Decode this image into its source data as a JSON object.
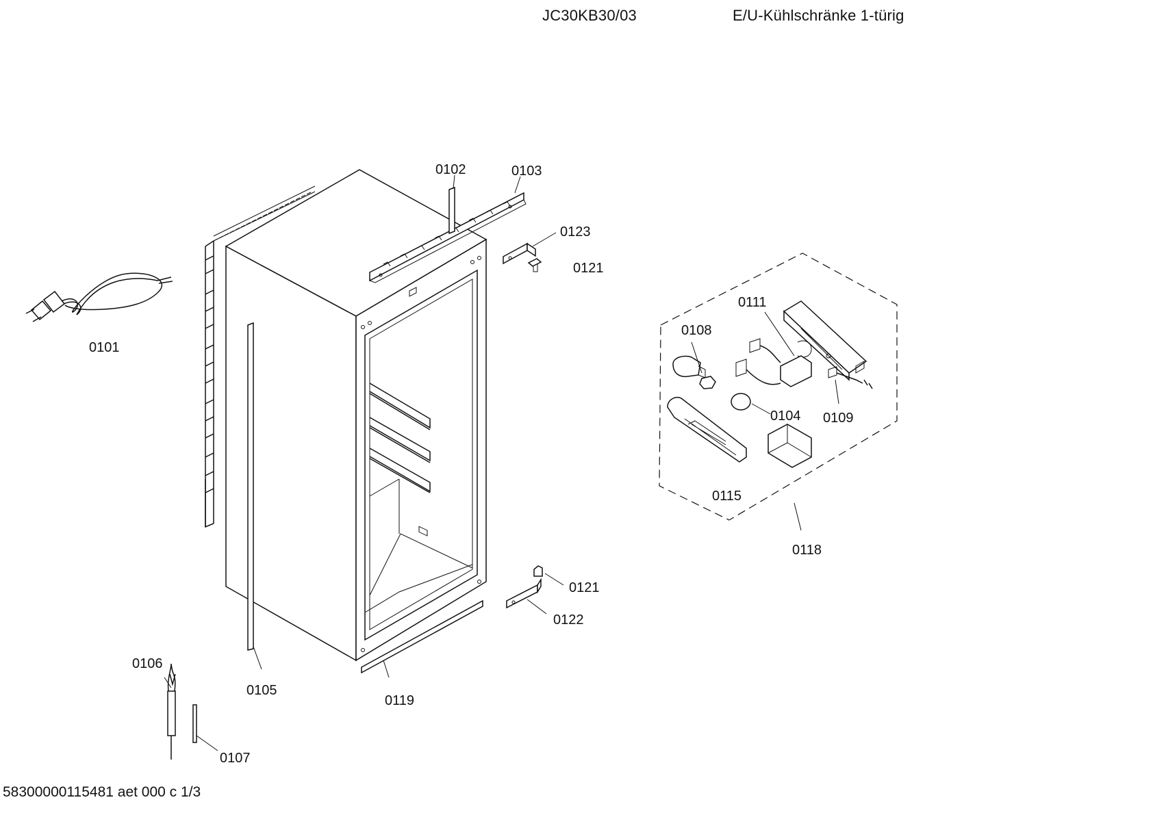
{
  "header": {
    "model_number": "JC30KB30/03",
    "category": "E/U-Kühlschränke 1-türig"
  },
  "footer": {
    "document_code": "58300000115481 aet 000 c 1/3"
  },
  "part_labels": {
    "p0101": "0101",
    "p0102": "0102",
    "p0103": "0103",
    "p0104": "0104",
    "p0105": "0105",
    "p0106": "0106",
    "p0107": "0107",
    "p0108": "0108",
    "p0109": "0109",
    "p0111": "0111",
    "p0115": "0115",
    "p0118": "0118",
    "p0119": "0119",
    "p0121_top": "0121",
    "p0121_bottom": "0121",
    "p0122": "0122",
    "p0123": "0123"
  }
}
